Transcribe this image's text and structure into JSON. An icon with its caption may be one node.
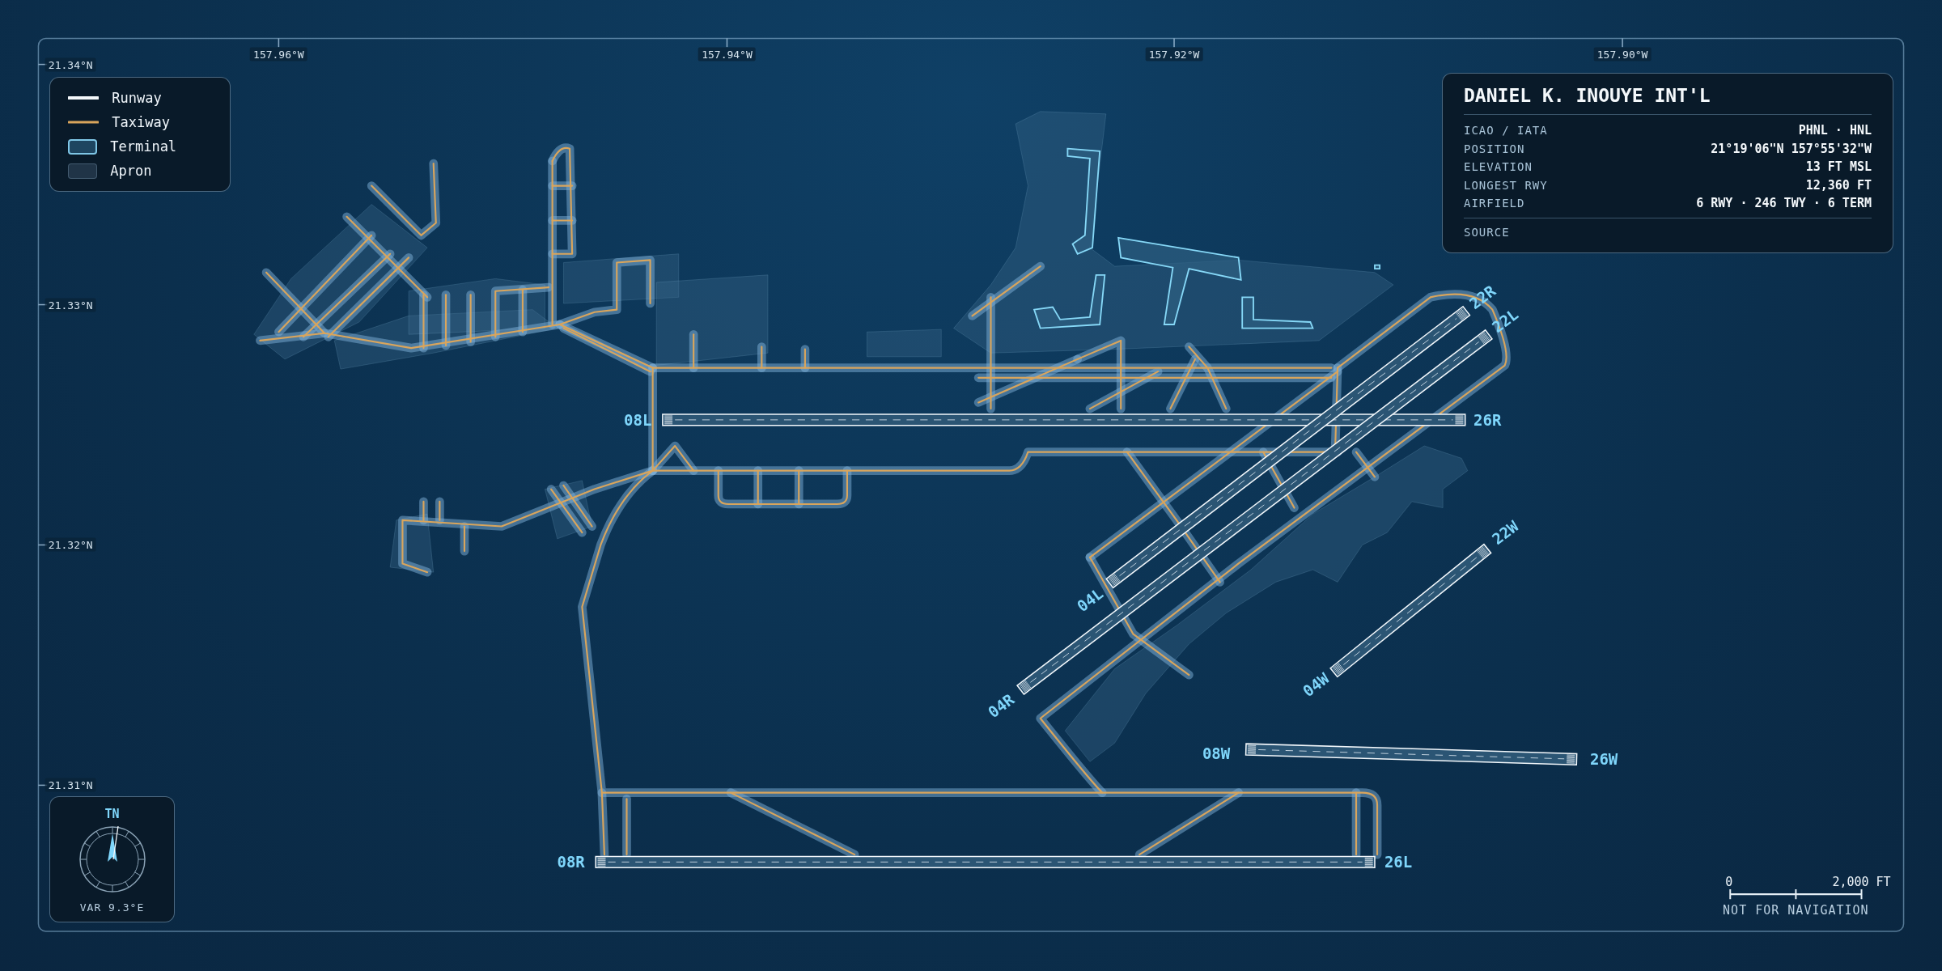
{
  "diagram": {
    "title": "DANIEL K. INOUYE INT'L",
    "nodes": [
      {
        "text": [
          "ICAO / IATA",
          "PHNL · HNL",
          "POSITION",
          "21°19'06\"N 157°55'32\"W",
          "ELEVATION",
          "13 FT MSL",
          "LONGEST RWY",
          "12,360 FT",
          "AIRFIELD",
          "6 RWY · 246 TWY · 6 TERM",
          "SOURCE"
        ]
      },
      {
        "text": [
          "TN",
          "VAR 9.3°E"
        ]
      }
    ],
    "labels": [
      "157.96°W",
      "157.94°W",
      "157.92°W",
      "157.90°W",
      "21.34°N",
      "21.33°N",
      "21.32°N",
      "21.31°N",
      "08L",
      "26R",
      "22R",
      "22L",
      "04L",
      "04R",
      "22W",
      "04W",
      "08W",
      "26W",
      "08R",
      "26L",
      "0",
      "2,000 FT",
      "NOT FOR NAVIGATION"
    ],
    "legend": [
      {
        "text": "Runway"
      },
      {
        "text": "Taxiway"
      },
      {
        "text": "Terminal",
        "color": "#1e4560"
      },
      {
        "text": "Apron",
        "color": "#203447"
      }
    ]
  }
}
